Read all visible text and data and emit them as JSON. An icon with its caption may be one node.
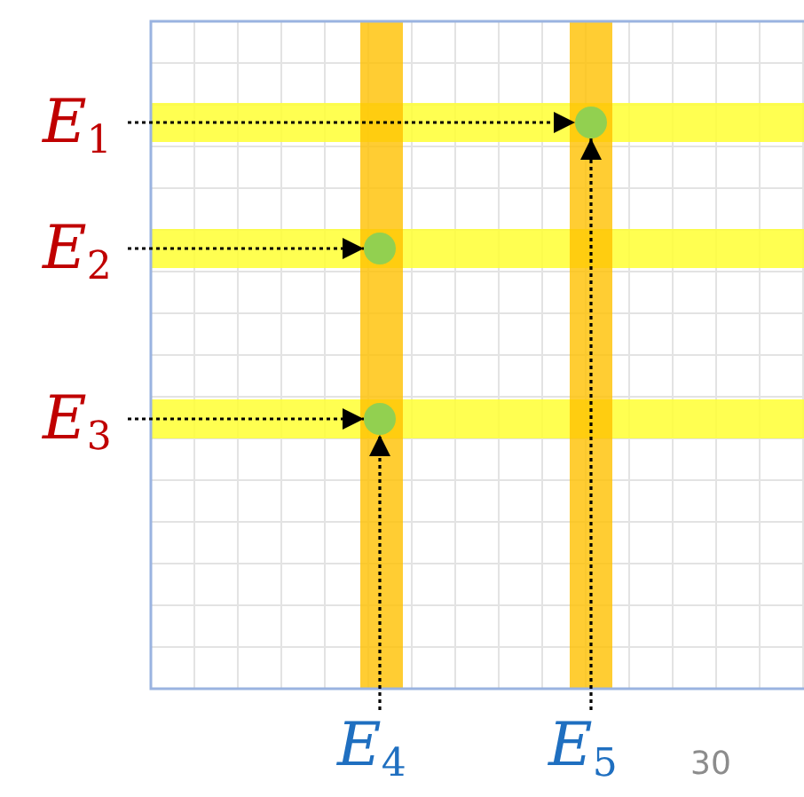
{
  "diagram": {
    "nodes": [
      {
        "text": [
          "E$_{1}$"
        ]
      },
      {
        "text": [],
        "shape": "circle"
      },
      {
        "text": [
          "E$_{2}$"
        ]
      },
      {
        "text": [],
        "shape": "circle"
      },
      {
        "text": [
          "E$_{3}$"
        ]
      },
      {
        "text": [],
        "shape": "circle"
      },
      {
        "text": [
          "E$_{4}$"
        ]
      },
      {
        "text": [
          "E$_{5}$"
        ]
      }
    ],
    "edges": [
      {
        "from": 0,
        "to": 1,
        "arrow": "to",
        "style": "dashed"
      },
      {
        "from": 2,
        "to": 3,
        "arrow": "to",
        "style": "dashed"
      },
      {
        "from": 4,
        "to": 5,
        "arrow": "to",
        "style": "dashed"
      },
      {
        "from": 6,
        "to": 5,
        "arrow": "to",
        "style": "dashed"
      },
      {
        "from": 7,
        "to": 1,
        "arrow": "to",
        "style": "dashed"
      }
    ],
    "labels": [
      "30"
    ]
  }
}
